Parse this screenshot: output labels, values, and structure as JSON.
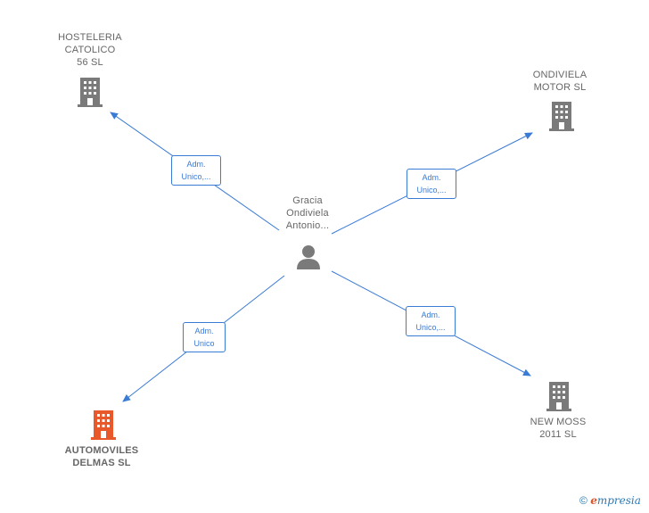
{
  "colors": {
    "edge": "#3a7bd5",
    "building": "#7a7a7a",
    "highlight": "#e8582a",
    "person": "#7a7a7a"
  },
  "center": {
    "lines": [
      "Gracia",
      "Ondiviela",
      "Antonio..."
    ],
    "icon": "person-icon"
  },
  "nodes": [
    {
      "id": "hosteleria",
      "lines": [
        "HOSTELERIA",
        "CATOLICO",
        "56  SL"
      ],
      "icon": "building-icon",
      "highlight": false
    },
    {
      "id": "ondiviela",
      "lines": [
        "ONDIVIELA",
        "MOTOR  SL"
      ],
      "icon": "building-icon",
      "highlight": false
    },
    {
      "id": "newmoss",
      "lines": [
        "NEW MOSS",
        "2011 SL"
      ],
      "icon": "building-icon",
      "highlight": false
    },
    {
      "id": "automoviles",
      "lines": [
        "AUTOMOVILES",
        "DELMAS  SL"
      ],
      "icon": "building-icon",
      "highlight": true
    }
  ],
  "edges": [
    {
      "to": "hosteleria",
      "label": [
        "Adm.",
        "Unico,..."
      ]
    },
    {
      "to": "ondiviela",
      "label": [
        "Adm.",
        "Unico,..."
      ]
    },
    {
      "to": "newmoss",
      "label": [
        "Adm.",
        "Unico,..."
      ]
    },
    {
      "to": "automoviles",
      "label": [
        "Adm.",
        "Unico"
      ]
    }
  ],
  "footer": {
    "copyright": "©",
    "brand_initial": "e",
    "brand_rest": "mpresia"
  }
}
